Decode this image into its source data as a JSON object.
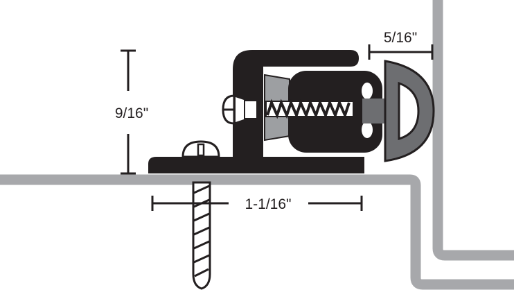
{
  "diagram": {
    "type": "cross-section",
    "colors": {
      "frame_gray": "#a7a8ab",
      "hardware_black": "#231f20",
      "seal_gray": "#6d6e71",
      "insert_gray": "#9d9fa2",
      "background": "#ffffff"
    },
    "dimensions": {
      "height": {
        "label": "9/16\""
      },
      "offset": {
        "label": "5/16\""
      },
      "width": {
        "label": "1-1/16\""
      }
    },
    "components": [
      {
        "name": "threshold-surface"
      },
      {
        "name": "door-jamb"
      },
      {
        "name": "mounting-bracket"
      },
      {
        "name": "bracket-screw"
      },
      {
        "name": "adjustment-screw"
      },
      {
        "name": "bumper-holder"
      },
      {
        "name": "rubber-bumper-seal"
      },
      {
        "name": "wood-screw"
      }
    ]
  }
}
